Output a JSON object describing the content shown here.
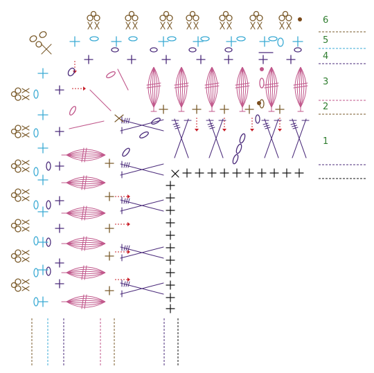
{
  "colors": {
    "brown": "#7a5a2a",
    "blue": "#3aaad4",
    "purple": "#4a2a7a",
    "pink": "#c0568a",
    "red": "#c8202a",
    "black": "#111111",
    "green": "#2f7d2f",
    "dot": "#7a4a1a"
  },
  "row_labels": [
    {
      "text": "6",
      "color_key": "brown"
    },
    {
      "text": "5",
      "color_key": "blue"
    },
    {
      "text": "4",
      "color_key": "purple"
    },
    {
      "text": "3",
      "color_key": "pink"
    },
    {
      "text": "2",
      "color_key": "brown"
    },
    {
      "text": "1",
      "color_key": "purple"
    }
  ],
  "legend_line_colors": [
    "brown",
    "blue",
    "purple",
    "pink",
    "brown",
    "purple",
    "black"
  ]
}
